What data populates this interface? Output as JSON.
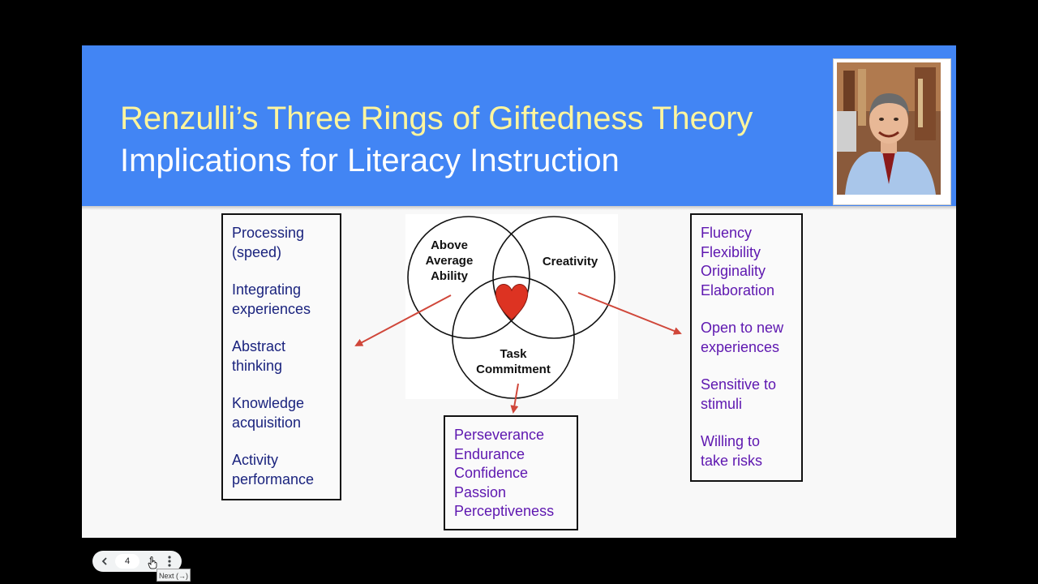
{
  "slide": {
    "title_line1": "Renzulli’s Three Rings of Giftedness Theory",
    "title_line2": "Implications for Literacy Instruction",
    "photo_icon": "portrait-photo",
    "venn": {
      "ring_left": "Above\nAverage\nAbility",
      "ring_right": "Creativity",
      "ring_bottom": "Task\nCommitment",
      "center_icon": "heart-icon"
    },
    "left_box": [
      "Processing\n(speed)",
      "Integrating\nexperiences",
      "Abstract\nthinking",
      "Knowledge\nacquisition",
      "Activity\nperformance"
    ],
    "right_box": [
      "Fluency\nFlexibility\nOriginality\nElaboration",
      "Open to new\nexperiences",
      "Sensitive to\nstimuli",
      "Willing to\ntake risks"
    ],
    "bottom_box": [
      "Perseverance",
      "Endurance",
      "Confidence",
      "Passion",
      "Perceptiveness"
    ],
    "colors": {
      "header": "#4285f4",
      "title_line1": "#fff59d",
      "arrow": "#d0473a",
      "blue_text": "#1a237e",
      "purple_text": "#5e17b0"
    }
  },
  "controls": {
    "prev_icon": "chevron-left-icon",
    "page_number": "4",
    "next_icon": "chevron-right-icon",
    "more_icon": "more-vert-icon",
    "next_tooltip": "Next (→)"
  }
}
